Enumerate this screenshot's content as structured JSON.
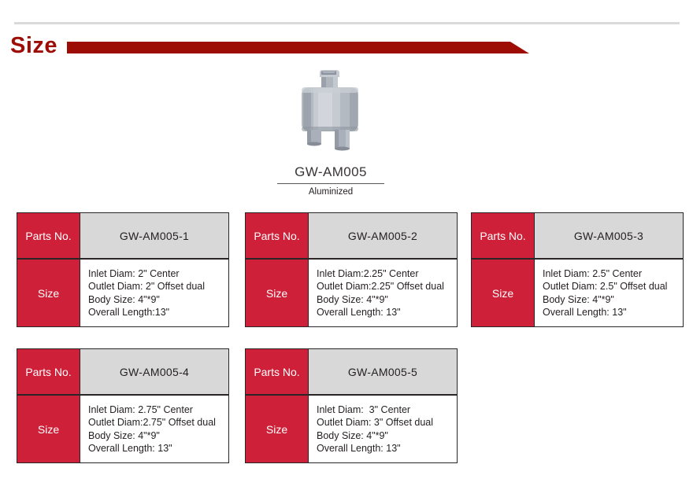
{
  "header": {
    "title": "Size"
  },
  "product": {
    "code": "GW-AM005",
    "finish": "Aluminized",
    "image": "dual-outlet-muffler-photo"
  },
  "labels": {
    "parts_no": "Parts No.",
    "size": "Size"
  },
  "colors": {
    "accent_dark_red": "#9e0c06",
    "table_red": "#ce2139",
    "header_grey": "#d8d8d8",
    "border_dark": "#2a2627",
    "text_dark": "#231f20",
    "top_rule_grey": "#dadada",
    "muffler_body_grey": "#b3bac2"
  },
  "tables": [
    {
      "parts_no": "GW-AM005-1",
      "size_lines": [
        "Inlet Diam: 2\" Center",
        "Outlet Diam: 2\" Offset dual",
        "Body Size: 4\"*9\"",
        "Overall Length:13\""
      ]
    },
    {
      "parts_no": "GW-AM005-2",
      "size_lines": [
        "Inlet Diam:2.25\" Center",
        "Outlet Diam:2.25\" Offset dual",
        "Body Size: 4\"*9\"",
        "Overall Length: 13\""
      ]
    },
    {
      "parts_no": "GW-AM005-3",
      "size_lines": [
        "Inlet Diam: 2.5\" Center",
        "Outlet Diam: 2.5\" Offset dual",
        "Body Size: 4\"*9\"",
        "Overall Length: 13\""
      ]
    },
    {
      "parts_no": "GW-AM005-4",
      "size_lines": [
        "Inlet Diam: 2.75\" Center",
        "Outlet Diam:2.75\" Offset dual",
        "Body Size: 4\"*9\"",
        "Overall Length: 13\""
      ]
    },
    {
      "parts_no": "GW-AM005-5",
      "size_lines": [
        "Inlet Diam:  3\" Center",
        "Outlet Diam: 3\" Offset dual",
        "Body Size: 4\"*9\"",
        "Overall Length: 13\""
      ]
    }
  ]
}
